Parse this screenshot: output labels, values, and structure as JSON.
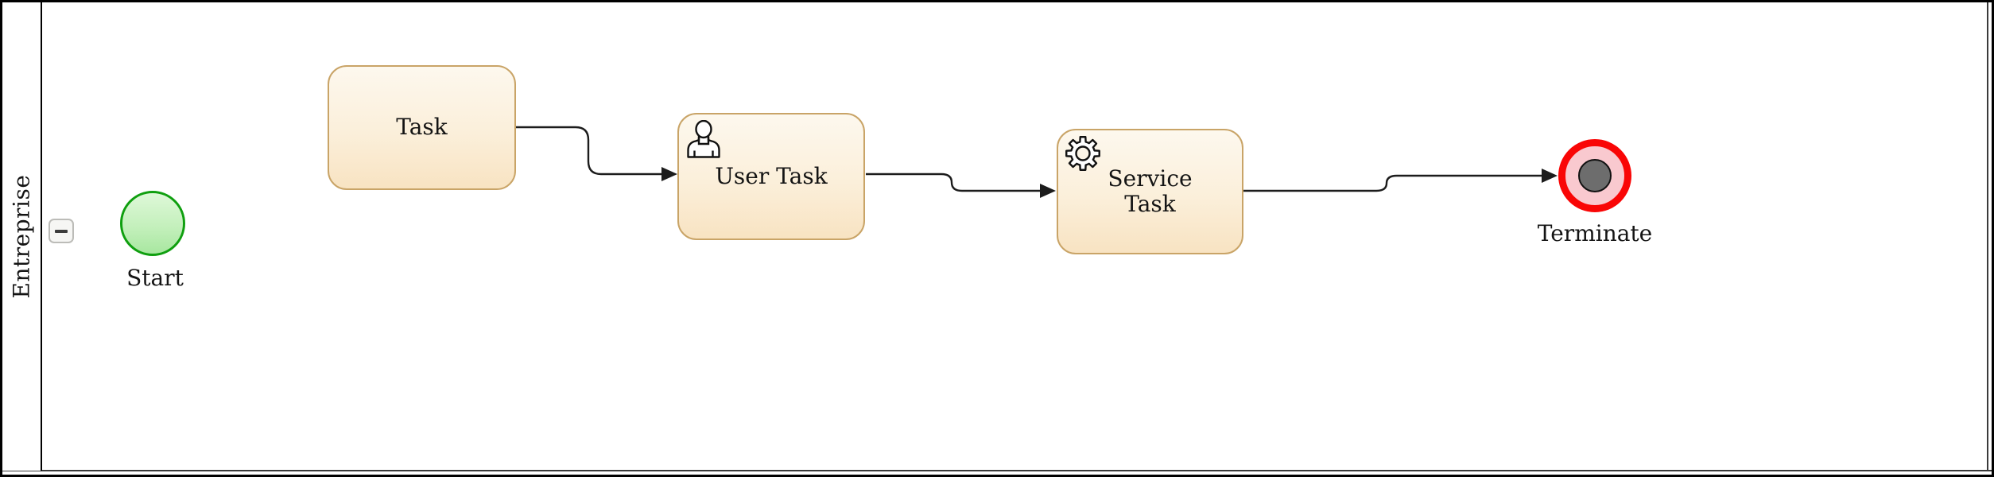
{
  "diagram": {
    "kind": "bpmn-process",
    "pool": {
      "name": "Entreprise",
      "collapse_icon": "minus-icon"
    },
    "elements": [
      {
        "id": "start",
        "type": "start-event",
        "label": "Start"
      },
      {
        "id": "task",
        "type": "task",
        "label": "Task"
      },
      {
        "id": "user-task",
        "type": "user-task",
        "label": "User Task",
        "icon": "user-icon"
      },
      {
        "id": "service-task",
        "type": "service-task",
        "label": "Service Task",
        "icon": "gear-icon"
      },
      {
        "id": "terminate",
        "type": "terminate-end-event",
        "label": "Terminate"
      }
    ],
    "flows": [
      {
        "from": "task",
        "to": "user-task"
      },
      {
        "from": "user-task",
        "to": "service-task"
      },
      {
        "from": "service-task",
        "to": "terminate"
      }
    ]
  },
  "colors": {
    "activity_border": "#c9a467",
    "activity_fill_top": "#fdf8ee",
    "activity_fill_bottom": "#f8e3c2",
    "start_border": "#0f9f0f",
    "start_fill_top": "#def8d8",
    "start_fill_bottom": "#a8e7a0",
    "terminate_ring": "#f90606",
    "terminate_fill": "#f9c9cf",
    "terminate_core": "#6d6d6d",
    "flow_line": "#1c1c1c"
  }
}
